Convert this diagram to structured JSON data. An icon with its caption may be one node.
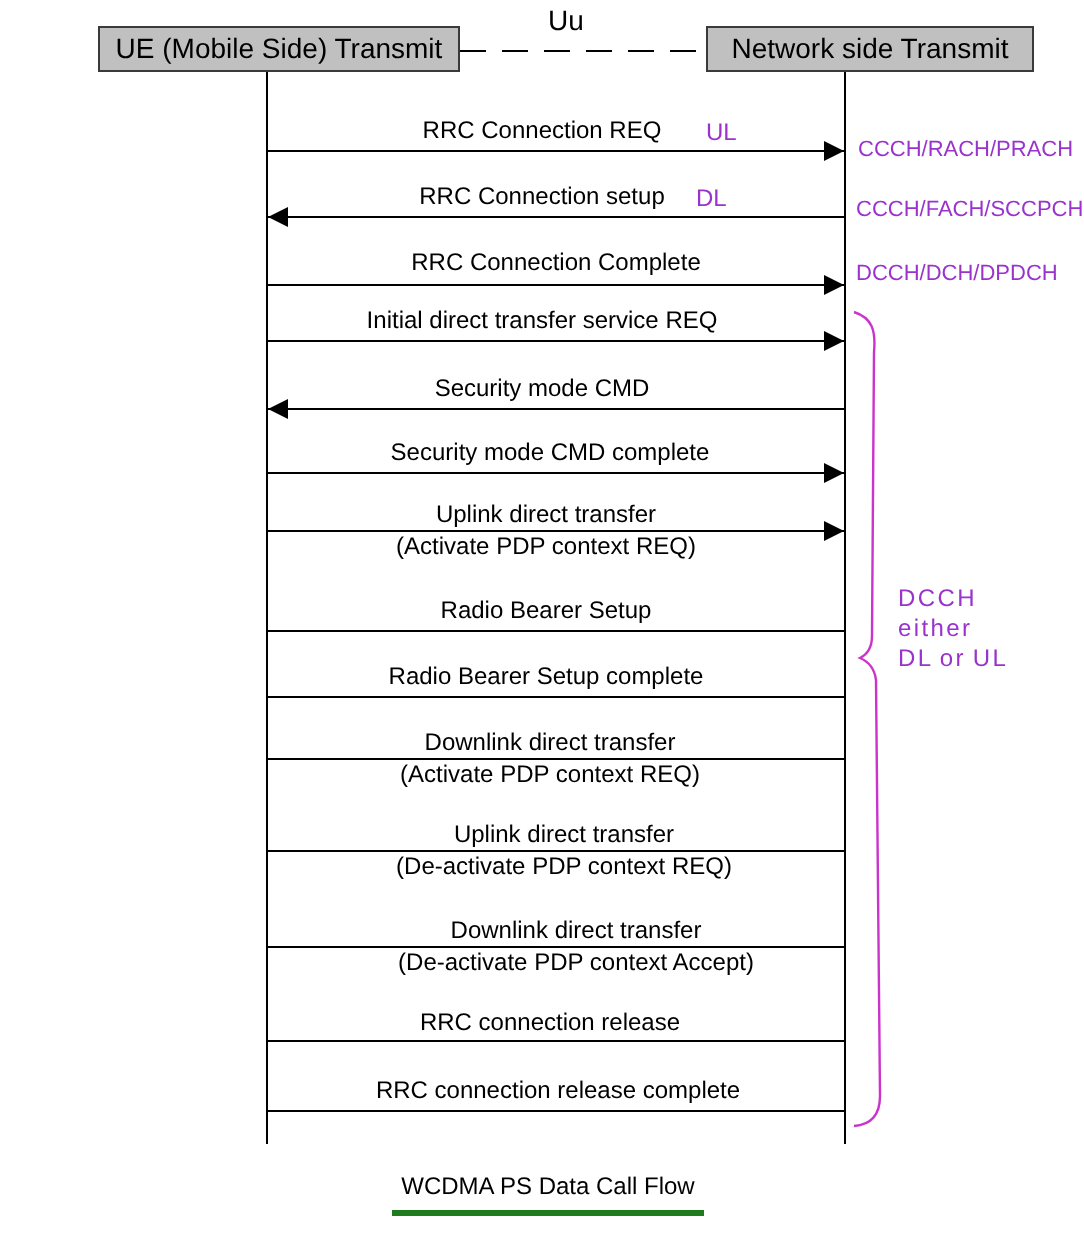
{
  "diagram": {
    "caption": "WCDMA PS Data Call Flow",
    "nodes": [
      {
        "text": [
          "UE (Mobile Side) Transmit"
        ]
      },
      {
        "text": [
          "Network side Transmit"
        ]
      },
      {
        "text": [],
        "shape": "bar"
      },
      {
        "text": [],
        "shape": "bar"
      }
    ],
    "edges": [
      {
        "from": 0,
        "to": 1,
        "arrow": "none",
        "style": "dashed",
        "label": "Uu"
      },
      {
        "from": 2,
        "to": 3,
        "arrow": "to",
        "label": "RRC Connection REQ"
      },
      {
        "from": 3,
        "to": 2,
        "arrow": "to",
        "label": "RRC Connection setup"
      },
      {
        "from": 2,
        "to": 3,
        "arrow": "to",
        "label": "RRC Connection Complete"
      },
      {
        "from": 2,
        "to": 3,
        "arrow": "to",
        "label": "Initial direct transfer service REQ"
      },
      {
        "from": 3,
        "to": 2,
        "arrow": "to",
        "label": "Security mode CMD"
      },
      {
        "from": 2,
        "to": 3,
        "arrow": "to",
        "label": "Security mode CMD complete"
      },
      {
        "from": 2,
        "to": 3,
        "arrow": "to",
        "label": "Uplink direct transfer (Activate PDP context REQ)"
      },
      {
        "from": 2,
        "to": 3,
        "arrow": "none",
        "label": "Radio Bearer Setup"
      },
      {
        "from": 2,
        "to": 3,
        "arrow": "none",
        "label": "Radio Bearer Setup complete"
      },
      {
        "from": 2,
        "to": 3,
        "arrow": "none",
        "label": "Downlink direct transfer (Activate PDP context REQ)"
      },
      {
        "from": 2,
        "to": 3,
        "arrow": "none",
        "label": "Uplink direct transfer (De-activate PDP context REQ)"
      },
      {
        "from": 2,
        "to": 3,
        "arrow": "none",
        "label": "Downlink direct transfer (De-activate PDP context Accept)"
      },
      {
        "from": 2,
        "to": 3,
        "arrow": "none",
        "label": "RRC connection release"
      },
      {
        "from": 2,
        "to": 3,
        "arrow": "none",
        "label": "RRC connection release complete"
      }
    ],
    "labels": [
      "UL",
      "CCCH/RACH/PRACH",
      "DL",
      "CCCH/FACH/SCCPCH",
      "DCCH/DCH/DPDCH",
      "DCCH either DL or UL"
    ]
  }
}
